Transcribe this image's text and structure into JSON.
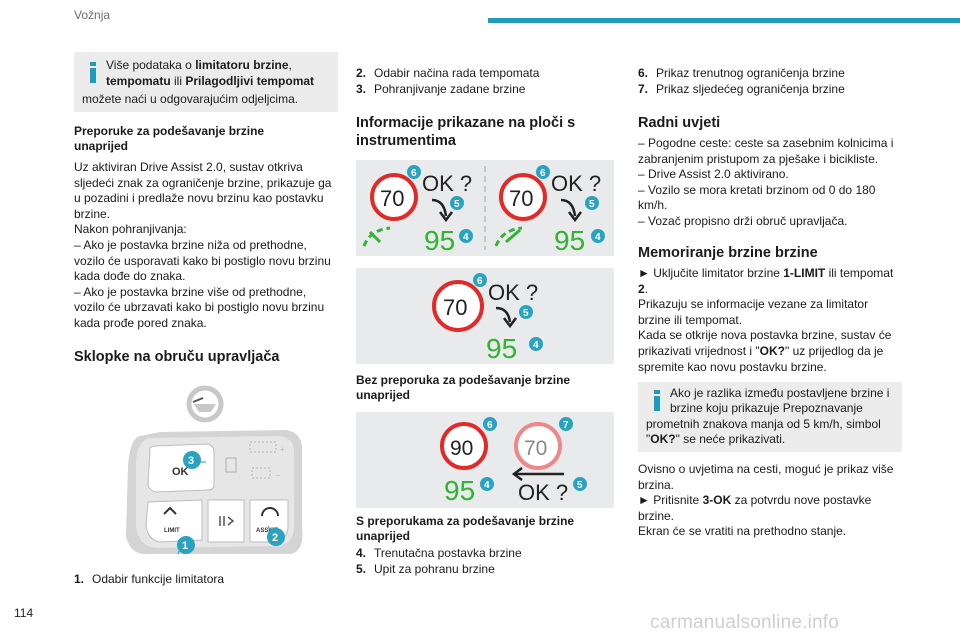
{
  "header": {
    "section": "Vožnja"
  },
  "page_number": "114",
  "watermark": "carmanualsonline.info",
  "colors": {
    "accent": "#1e9bbd",
    "badge": "#2aa3c1",
    "sign_red": "#e12a2a",
    "digits_green": "#34b233"
  },
  "col1": {
    "info_box": {
      "icon": "info-icon",
      "p1": "Više podataka o ",
      "b1": "limitatoru brzine",
      "p2": ",",
      "b2": "tempomatu",
      "p3": " ili ",
      "b3": "Prilagodljivi tempomat",
      "p4": "možete naći u odgovarajućim odjeljcima."
    },
    "heading_recommend": [
      "Preporuke za podešavanje brzine",
      "unaprijed"
    ],
    "para_lines": [
      "Uz aktiviran Drive Assist 2.0, sustav otkriva",
      "sljedeći znak za ograničenje brzine, prikazuje ga",
      "u pozadini i predlaže novu brzinu kao postavku",
      "brzine.",
      "Nakon pohranjivanja:",
      "– Ako je postavka brzine niža od prethodne,",
      "vozilo će usporavati kako bi postiglo novu brzinu",
      "kada dođe do znaka.",
      "– Ako je postavka brzine više od prethodne,",
      "vozilo će ubrzavati kako bi postiglo novu brzinu",
      "kada prođe pored znaka."
    ],
    "heading_switches": "Sklopke na obruču upravljača",
    "switch_labels": {
      "ok": "OK",
      "limit": "LIMIT",
      "assist": "ASSIST"
    },
    "badges": [
      "1",
      "2",
      "3"
    ],
    "item1": {
      "n": "1.",
      "text": "Odabir funkcije limitatora"
    }
  },
  "col2": {
    "items": [
      {
        "n": "2.",
        "text": "Odabir načina rada tempomata"
      },
      {
        "n": "3.",
        "text": "Pohranjivanje zadane brzine"
      }
    ],
    "heading_info": [
      "Informacije prikazane na ploči s",
      "instrumentima"
    ],
    "panel_top": {
      "sign": "70",
      "ok": "OK ?",
      "speed": "95",
      "badges": [
        "6",
        "5",
        "4"
      ]
    },
    "caption_no_rec": [
      "Bez preporuka za podešavanje brzine",
      "unaprijed"
    ],
    "panel_bottom": {
      "sign_left": "90",
      "sign_right": "70",
      "speed": "95",
      "ok": "OK ?",
      "badges": [
        "6",
        "7",
        "4",
        "5"
      ]
    },
    "caption_rec": [
      "S preporukama za podešavanje brzine",
      "unaprijed"
    ],
    "items2": [
      {
        "n": "4.",
        "text": "Trenutačna postavka brzine"
      },
      {
        "n": "5.",
        "text": "Upit za pohranu brzine"
      }
    ]
  },
  "col3": {
    "items": [
      {
        "n": "6.",
        "text": "Prikaz trenutnog ograničenja brzine"
      },
      {
        "n": "7.",
        "text": "Prikaz sljedećeg ograničenja brzine"
      }
    ],
    "heading_conditions": "Radni uvjeti",
    "conditions": [
      "– Pogodne ceste: ceste sa zasebnim kolnicima i",
      "zabranjenim pristupom za pješake i bicikliste.",
      "– Drive Assist 2.0 aktivirano.",
      "– Vozilo se mora kretati brzinom od 0 do 180",
      "km/h.",
      "– Vozač propisno drži obruč upravljača."
    ],
    "heading_memorize": "Memoriranje brzine brzine",
    "mem": {
      "l1a": "► Uključite limitator brzine ",
      "l1b": "1-LIMIT",
      "l1c": " ili tempomat",
      "l2": "2",
      "l2b": ".",
      "l3": "Prikazuju se informacije vezane za limitator",
      "l4": "brzine ili tempomat.",
      "l5": "Kada se otkrije nova postavka brzine, sustav će",
      "l6a": "prikazivati vrijednost i \"",
      "l6b": "OK?",
      "l6c": "\" uz prijedlog da je",
      "l7": "spremite kao novu postavku brzine."
    },
    "info_box": {
      "icon": "info-icon",
      "l1": "Ako je razlika između postavljene brzine i",
      "l2": "brzine koju prikazuje Prepoznavanje",
      "l3": "prometnih znakova manja od 5 km/h, simbol",
      "l4a": "\"",
      "l4b": "OK?",
      "l4c": "\" se neće prikazivati."
    },
    "end": {
      "l1": "Ovisno o uvjetima na cesti, moguć je prikaz više",
      "l2": "brzina.",
      "l3a": "► Pritisnite ",
      "l3b": "3-OK",
      "l3c": " za potvrdu nove postavke",
      "l4": "brzine.",
      "l5": "Ekran će se vratiti na prethodno stanje."
    }
  }
}
